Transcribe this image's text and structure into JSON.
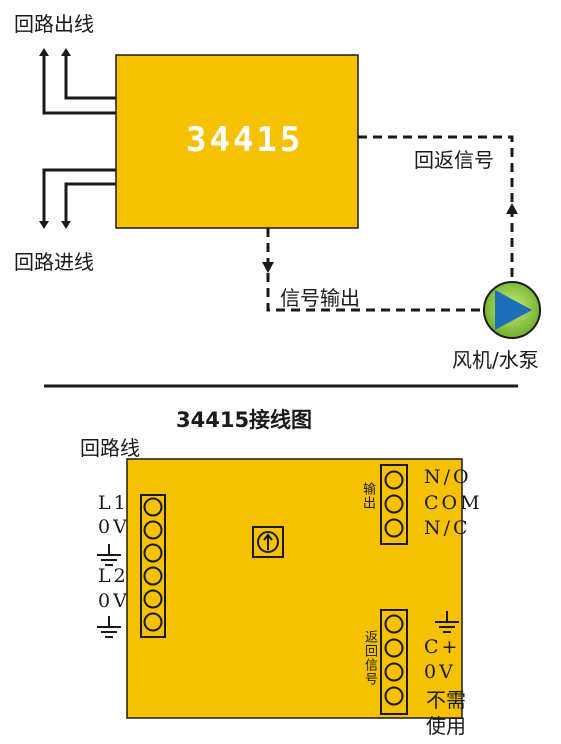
{
  "top_diagram": {
    "loop_out_label": "回路出线",
    "loop_in_label": "回路进线",
    "module_label": "34415",
    "return_signal_label": "回返信号",
    "signal_output_label": "信号输出",
    "fan_pump_label": "风机/水泵"
  },
  "wiring": {
    "title": "34415接线图",
    "loop_wire_label": "回路线",
    "left_terminals": [
      "L1",
      "0V",
      "L2",
      "0V"
    ],
    "output_group_label": "输出",
    "output_terminals": [
      "N/O",
      "COM",
      "N/C"
    ],
    "return_group_label": "返回信号",
    "return_terminals": [
      "C+",
      "0V",
      "不需",
      "使用"
    ]
  },
  "colors": {
    "module_fill": "#f5c100",
    "line": "#1a1a1a",
    "pump_blue": "#1e6fb8",
    "pump_green": "#8cc43c",
    "module_text": "#ffffff"
  }
}
